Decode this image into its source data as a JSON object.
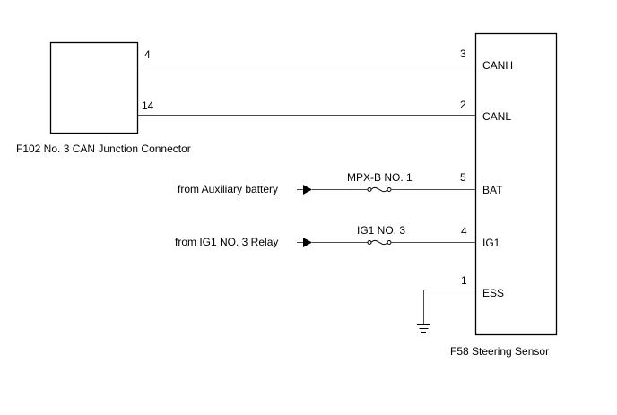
{
  "connector": {
    "label": "F102  No. 3 CAN Junction Connector",
    "pins": {
      "canh": "4",
      "canl": "14"
    }
  },
  "sensor": {
    "label": "F58  Steering Sensor",
    "pins": {
      "canh": {
        "num": "3",
        "name": "CANH"
      },
      "canl": {
        "num": "2",
        "name": "CANL"
      },
      "bat": {
        "num": "5",
        "name": "BAT"
      },
      "ig1": {
        "num": "4",
        "name": "IG1"
      },
      "ess": {
        "num": "1",
        "name": "ESS"
      }
    }
  },
  "sources": {
    "bat": {
      "text": "from Auxiliary battery",
      "fuse": "MPX-B NO. 1"
    },
    "ig1": {
      "text": "from IG1 NO. 3 Relay",
      "fuse": "IG1 NO. 3"
    }
  },
  "symbols": {
    "ground": "ground-icon",
    "fuse": "fuse-icon",
    "arrow": "arrow-icon"
  },
  "colors": {
    "wire": "#4a4a4a",
    "outline": "#000000"
  }
}
